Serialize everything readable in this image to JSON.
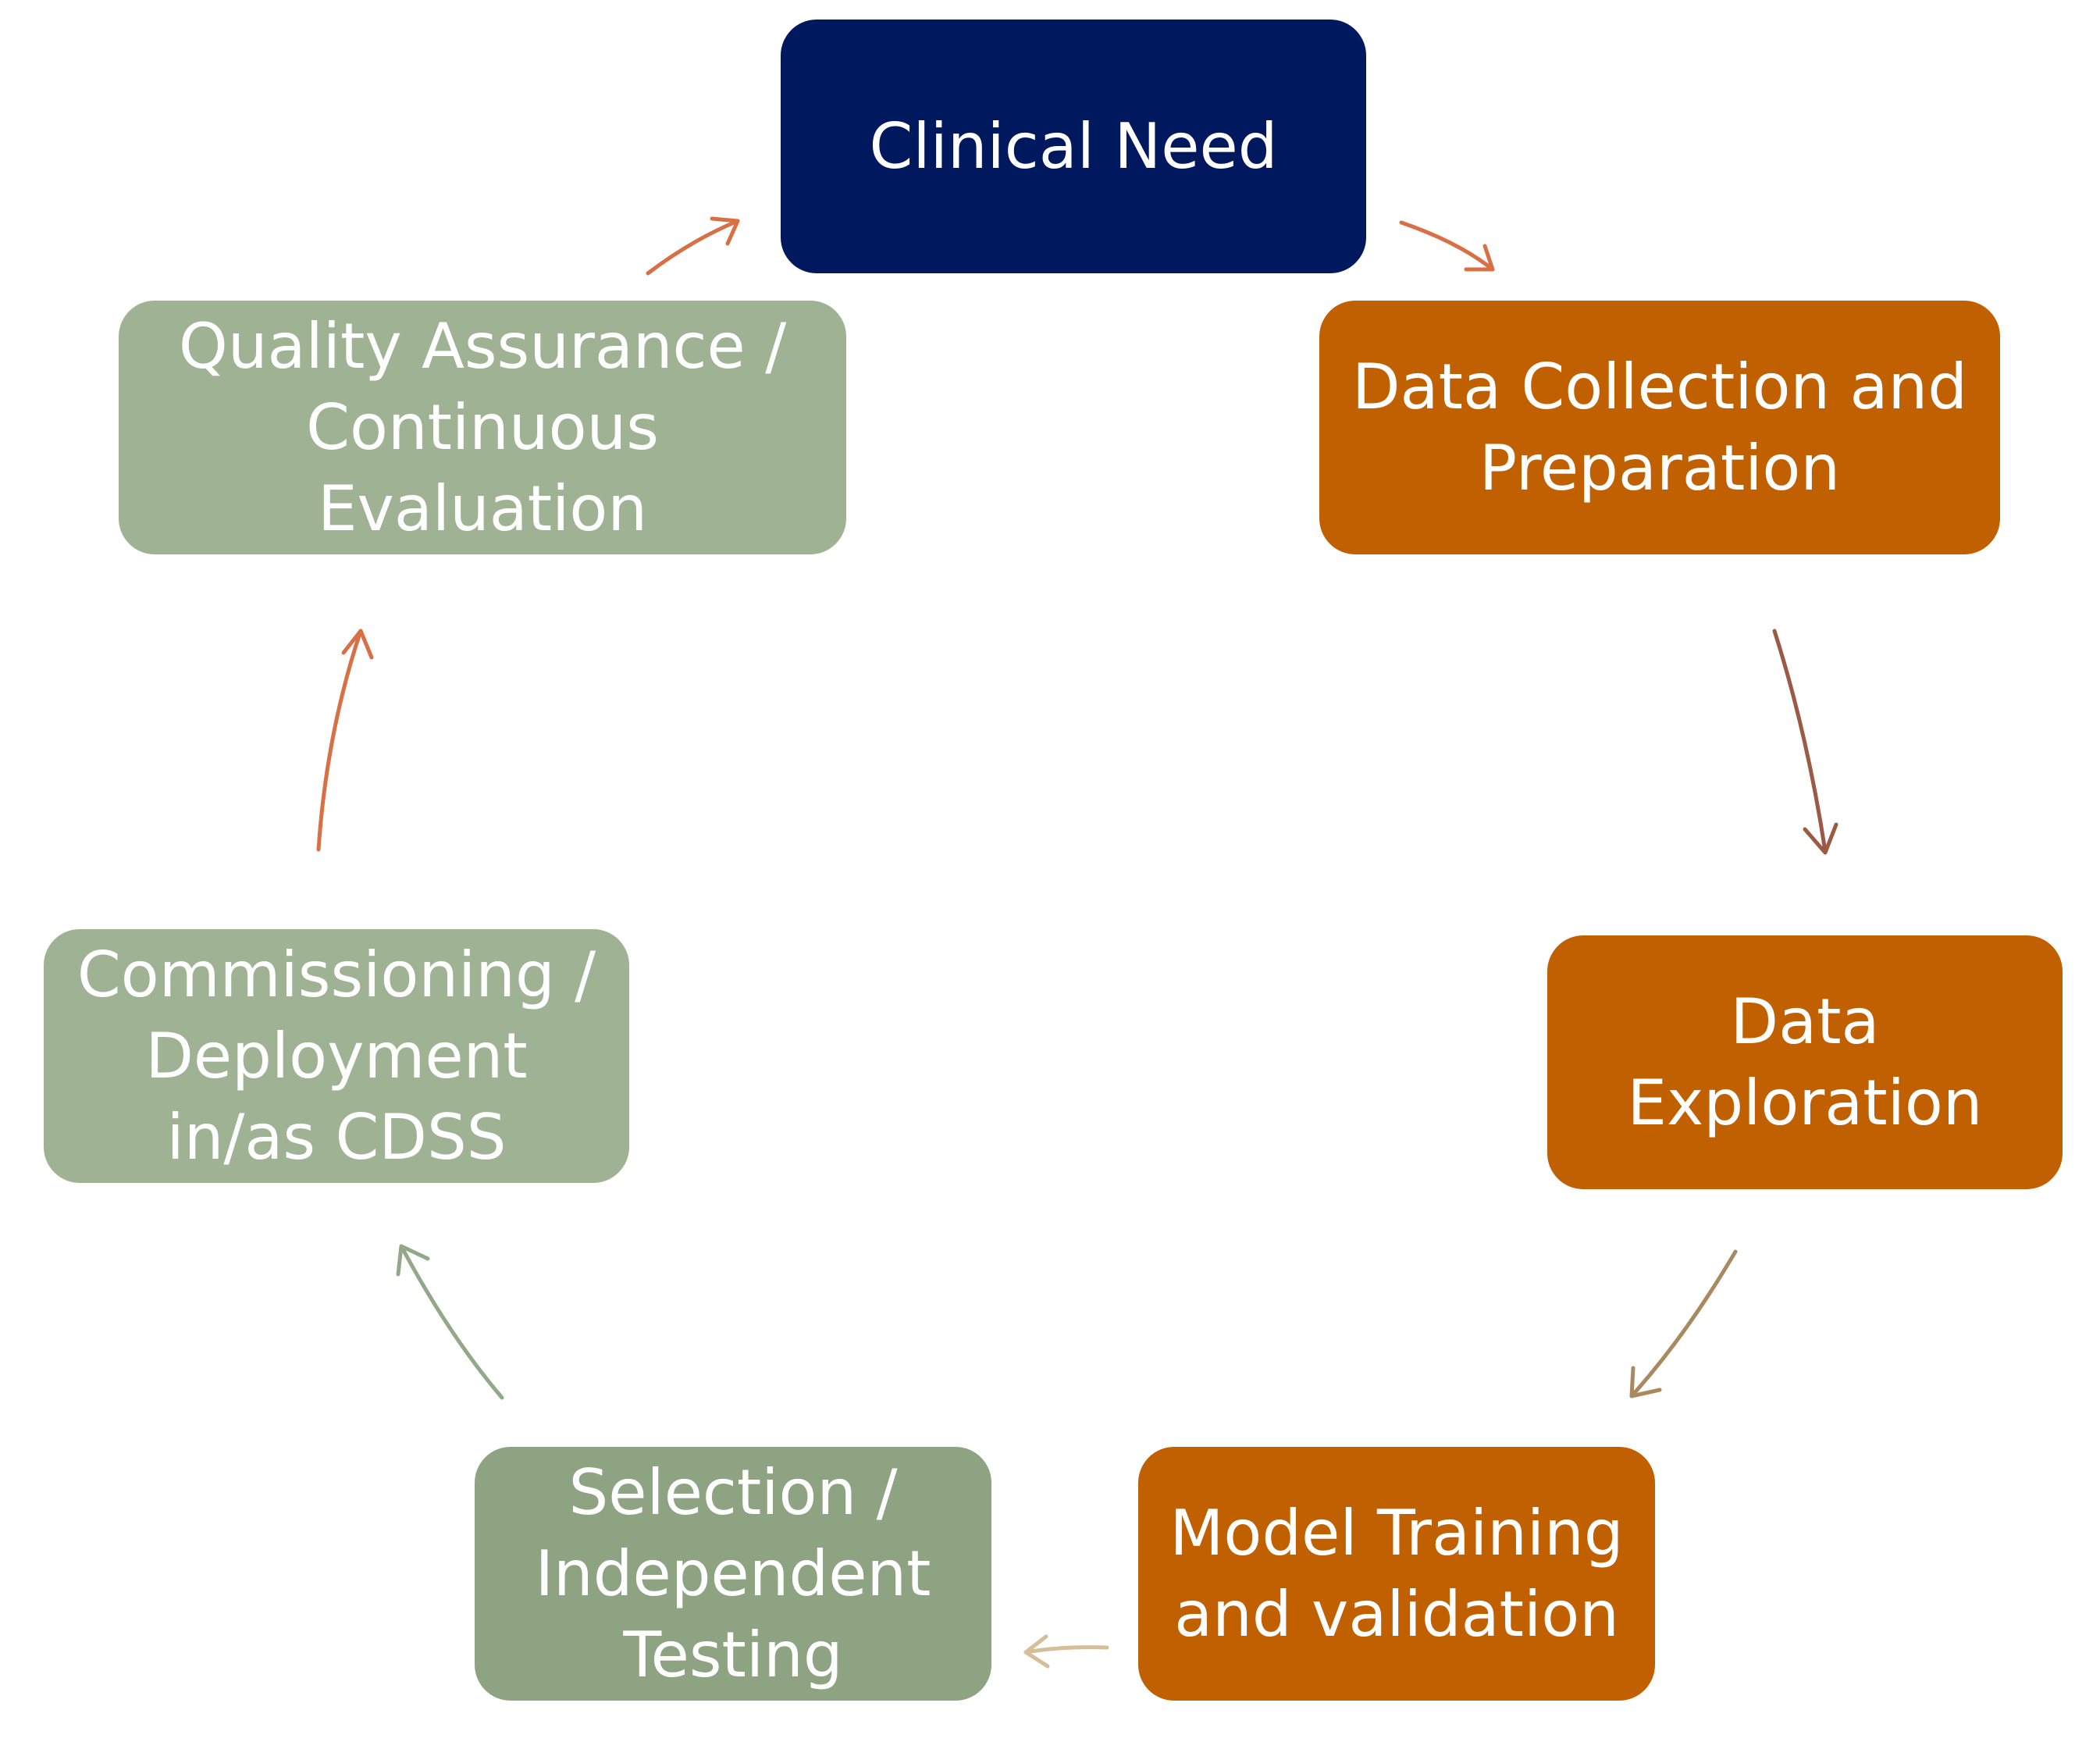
{
  "colors": {
    "navy": "#00195e",
    "orange": "#c06000",
    "sage_light": "#9fb394",
    "sage_dark": "#8ea382",
    "arrow_orange": "#d96f45",
    "arrow_brown": "#9a5a44",
    "arrow_tan": "#a98a60",
    "arrow_beige": "#d4bf98",
    "arrow_sage": "#93a88b"
  },
  "steps": {
    "clinical_need": {
      "label": "Clinical Need",
      "color": "#00195e"
    },
    "data_collection": {
      "label": "Data Collection and Preparation",
      "color": "#c06000"
    },
    "data_exploration": {
      "label": "Data Exploration",
      "color": "#c06000"
    },
    "model_training": {
      "label": "Model Training and validation",
      "color": "#c06000"
    },
    "selection_testing": {
      "label": "Selection / Independent Testing",
      "color": "#8ea382"
    },
    "commissioning": {
      "label": "Commissioning / Deployment in/as CDSS",
      "color": "#9fb394"
    },
    "quality_assurance": {
      "label": "Quality Assurance / Continuous Evaluation",
      "color": "#9fb394"
    }
  },
  "flow": [
    {
      "from": "clinical_need",
      "to": "data_collection",
      "color": "#d96f45"
    },
    {
      "from": "data_collection",
      "to": "data_exploration",
      "color": "#9a5a44"
    },
    {
      "from": "data_exploration",
      "to": "model_training",
      "color": "#a98a60"
    },
    {
      "from": "model_training",
      "to": "selection_testing",
      "color": "#d4bf98"
    },
    {
      "from": "selection_testing",
      "to": "commissioning",
      "color": "#93a88b"
    },
    {
      "from": "commissioning",
      "to": "quality_assurance",
      "color": "#d96f45"
    },
    {
      "from": "quality_assurance",
      "to": "clinical_need",
      "color": "#d96f45"
    }
  ]
}
